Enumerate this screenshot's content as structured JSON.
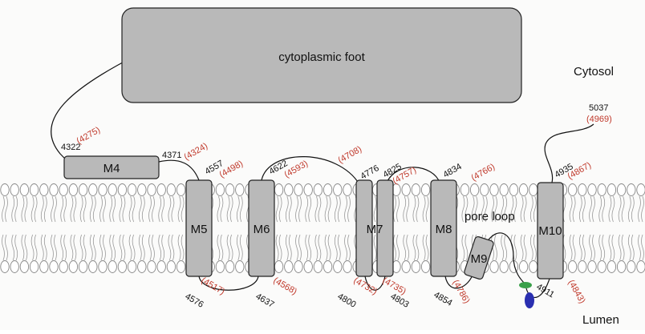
{
  "foot_label": "cytoplasmic foot",
  "cytosol_label": "Cytosol",
  "lumen_label": "Lumen",
  "pore_loop_label": "pore loop",
  "segments": [
    "M4",
    "M5",
    "M6",
    "M7",
    "M8",
    "M9",
    "M10"
  ],
  "residue_numbers": {
    "n4322": "4322",
    "r4275": "(4275)",
    "n4371": "4371",
    "r4324": "(4324)",
    "n4557": "4557",
    "r4498": "(4498)",
    "n4576": "4576",
    "r4517": "(4517)",
    "n4622": "4622",
    "r4593": "(4593)",
    "n4637": "4637",
    "r4568": "(4568)",
    "r4708": "(4708)",
    "n4776": "4776",
    "n4825": "4825",
    "r4757": "(4757)",
    "n4800": "4800",
    "r4732": "(4732)",
    "n4803": "4803",
    "r4735": "(4735)",
    "n4834": "4834",
    "r4766": "(4766)",
    "n4854": "4854",
    "r4786": "(4786)",
    "n4911": "4911",
    "r4843": "(4843)",
    "n4935": "4935",
    "r4867": "(4867)",
    "n5037": "5037",
    "r4969": "(4969)"
  },
  "colors": {
    "segment_fill": "#b9b9b9",
    "renumbered": "#c0392b",
    "ion_site_green": "#3aa04a",
    "ion_site_blue": "#2a2fb0"
  }
}
